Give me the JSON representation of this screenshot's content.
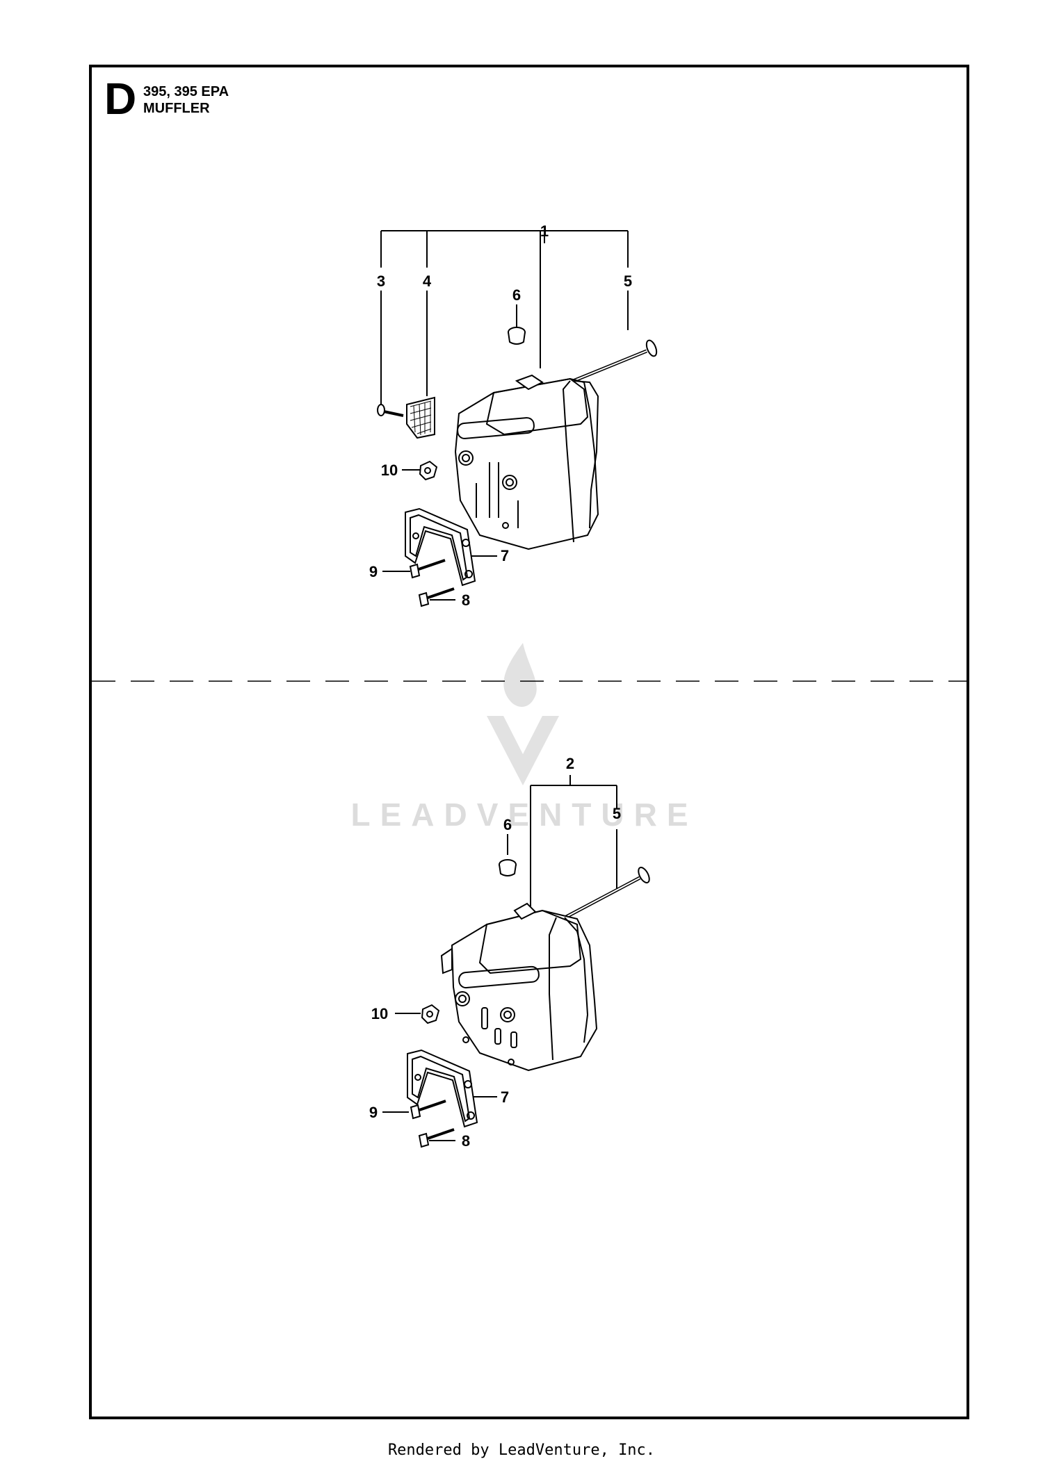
{
  "header": {
    "section_letter": "D",
    "model": "395, 395 EPA",
    "title": "MUFFLER"
  },
  "upper_callouts": [
    "1",
    "3",
    "4",
    "5",
    "6",
    "10",
    "7",
    "9",
    "8"
  ],
  "lower_callouts": [
    "2",
    "5",
    "6",
    "10",
    "7",
    "9",
    "8"
  ],
  "watermark": "LEADVENTURE",
  "footer": "Rendered by LeadVenture, Inc."
}
